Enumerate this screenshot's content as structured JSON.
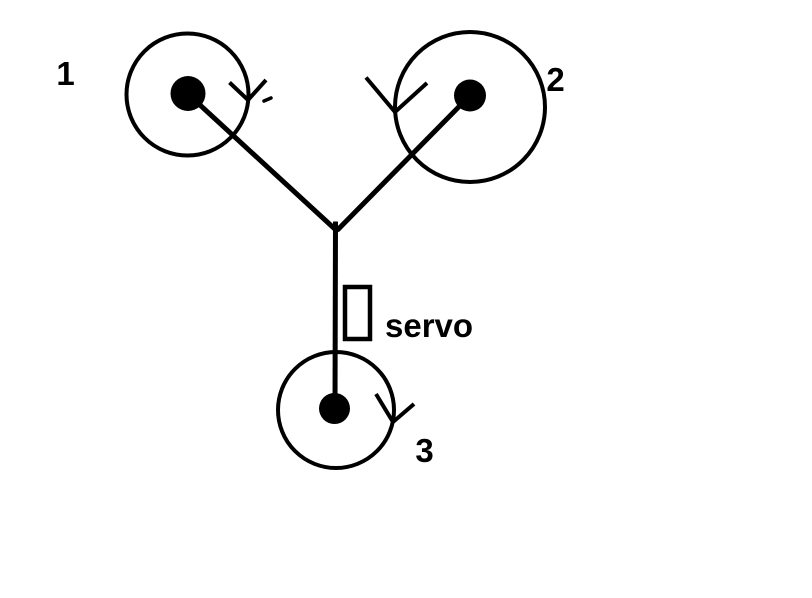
{
  "canvas": {
    "background": "#ffffff",
    "ink": "#000000"
  },
  "diagram": {
    "wheels": [
      {
        "label": "1",
        "rotation_arrow": "clockwise"
      },
      {
        "label": "2",
        "rotation_arrow": "counterclockwise"
      },
      {
        "label": "3",
        "rotation_arrow": "clockwise"
      }
    ],
    "servo_label": "servo"
  }
}
